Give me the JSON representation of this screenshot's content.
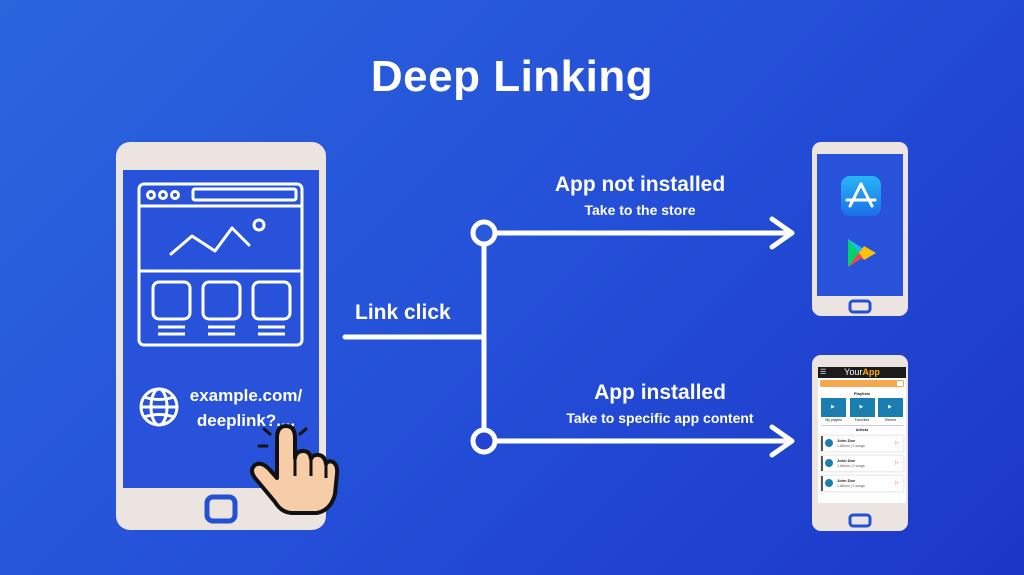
{
  "title": "Deep Linking",
  "link_click_label": "Link click",
  "branch_not_installed": {
    "heading": "App not installed",
    "subheading": "Take to the store"
  },
  "branch_installed": {
    "heading": "App installed",
    "subheading": "Take to specific app content"
  },
  "url": {
    "line1": "example.com/",
    "line2": "deeplink?....",
    "icon": "globe-icon"
  },
  "store_icons": [
    "app-store-icon",
    "google-play-icon"
  ],
  "mini_app": {
    "brand_prefix": "Your",
    "brand_suffix": "App",
    "playlists_heading": "Playlists",
    "tiles": [
      "My playlist",
      "Favorites",
      "Recent"
    ],
    "artists_heading": "Artists",
    "artists": [
      {
        "name": "John Doe",
        "meta": "1 Album | 2 songs"
      },
      {
        "name": "John Doe",
        "meta": "1 Album | 2 songs"
      },
      {
        "name": "John Doe",
        "meta": "1 Album | 2 songs"
      }
    ]
  },
  "colors": {
    "background_start": "#2b66dd",
    "background_end": "#1d37c8",
    "phone_body": "#ece4e1",
    "phone_screen": "#2952db",
    "home_button": "#2350d4",
    "line": "#ffffff",
    "hand_skin": "#f7cda8"
  }
}
